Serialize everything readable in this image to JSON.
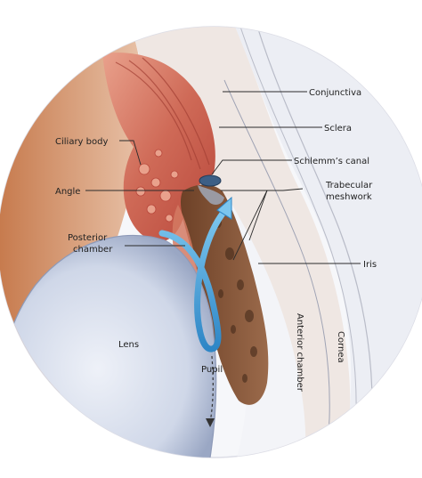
{
  "diagram": {
    "labels": {
      "conjunctiva": "Conjunctiva",
      "sclera": "Sclera",
      "schlemms_canal": "Schlemm’s canal",
      "trabecular_line1": "Trabecular",
      "trabecular_line2": "meshwork",
      "iris": "Iris",
      "ciliary_body": "Ciliary body",
      "angle": "Angle",
      "posterior_line1": "Posterior",
      "posterior_line2": "chamber",
      "lens": "Lens",
      "pupil": "Pupil",
      "anterior_chamber": "Anterior chamber",
      "cornea": "Cornea"
    },
    "colors": {
      "background": "#ffffff",
      "circle_fill": "#f6f7fa",
      "circle_border": "#dcdde6",
      "sclera": "#efe7e3",
      "cornea": "#e3e6ee",
      "ciliary_muscle": "#c7594a",
      "ciliary_light": "#e59a86",
      "iris_brown": "#8c5a3e",
      "iris_dark": "#5e3a26",
      "lens_fill": "#c9d2e6",
      "lens_edge": "#8e9ab8",
      "flow_arrow": "#4aa6dc",
      "schlemm_blue": "#3d5f86",
      "label_text": "#222222"
    }
  }
}
